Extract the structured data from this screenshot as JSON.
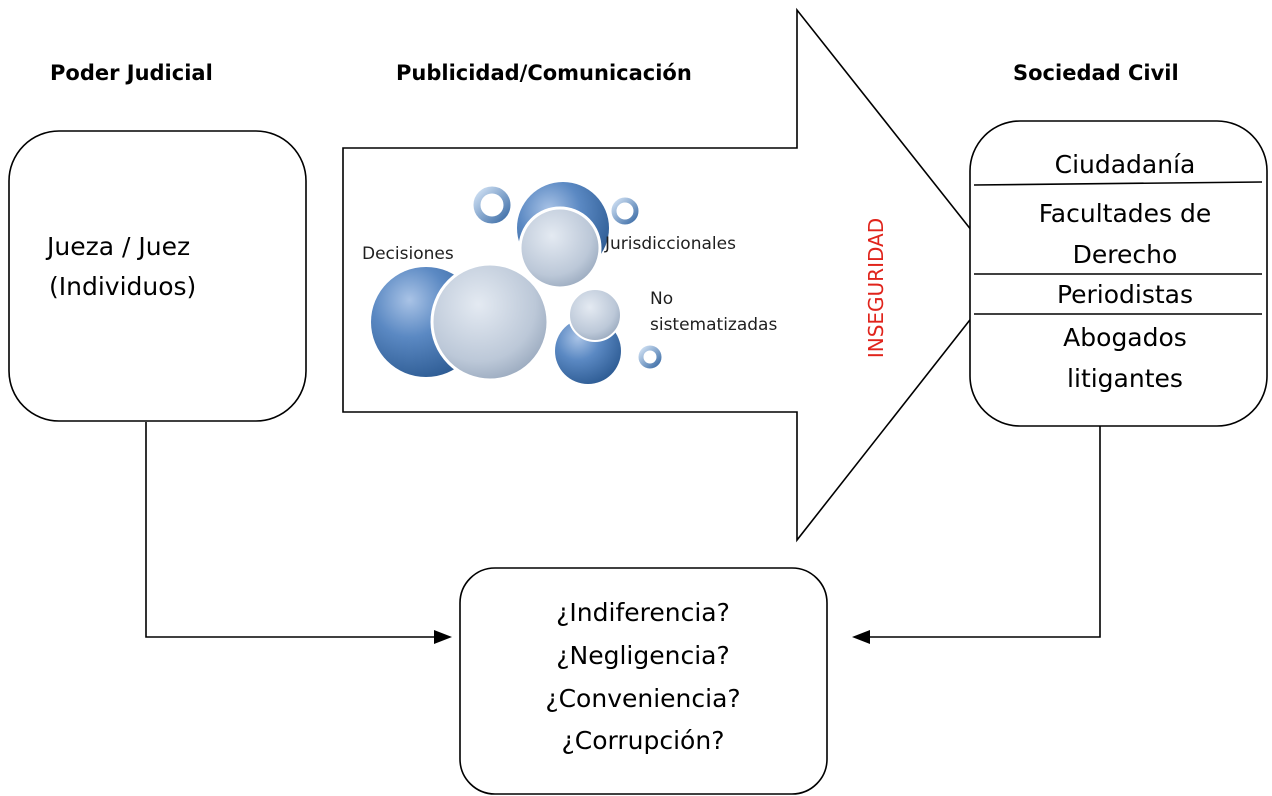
{
  "headers": {
    "left": "Poder Judicial",
    "center": "Publicidad/Comunicación",
    "right": "Sociedad Civil"
  },
  "judiciary_box": {
    "line1": "Jueza / Juez",
    "line2": "(Individuos)"
  },
  "bubbles": {
    "decisiones": "Decisiones",
    "jurisdiccionales": "Jurisdiccionales",
    "no": "No",
    "sistematizadas": "sistematizadas"
  },
  "warning": "INSEGURIDAD",
  "civil_box": {
    "items": [
      "Ciudadanía",
      "Facultades de",
      "Derecho",
      "Periodistas",
      "Abogados",
      "litigantes"
    ]
  },
  "questions": [
    "¿Indiferencia?",
    "¿Negligencia?",
    "¿Conveniencia?",
    "¿Corrupción?"
  ],
  "colors": {
    "bubble_blue": "#4f81bd",
    "bubble_light": "#c3cedd",
    "warning_red": "#e0241c"
  }
}
